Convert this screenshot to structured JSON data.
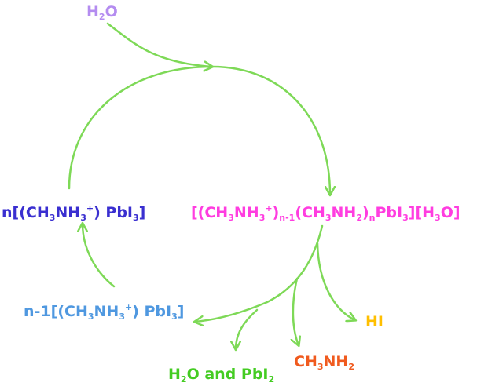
{
  "colors": {
    "arrow": "#7ed957",
    "water": "#b48cf0",
    "reactant": "#3a2fd0",
    "intermediate": "#ff3de0",
    "n_minus_one": "#4f98e0",
    "hi": "#ffbf00",
    "methylamine": "#f05a1e",
    "water_pbi2": "#44cc22"
  },
  "labels": {
    "water_top": {
      "h": "H",
      "n2": "2",
      "o": "O"
    },
    "reactant": {
      "a": "n[(CH",
      "n3": "3",
      "b": "NH",
      "n3b": "3",
      "plus": "+",
      "c": ") PbI",
      "n3c": "3",
      "d": "]"
    },
    "intermediate": {
      "a": "[(CH",
      "n3": "3",
      "b": "NH",
      "n3b": "3",
      "plus": "+",
      "c": ")",
      "nm1": "n-1",
      "d": "(CH",
      "n3d": "3",
      "e": "NH",
      "n2": "2",
      "f": ")",
      "n": "n",
      "g": "PbI",
      "n3g": "3",
      "h": "][H",
      "n3h": "3",
      "i": "O]"
    },
    "n_minus_one": {
      "a": "n-1[(CH",
      "n3": "3",
      "b": "NH",
      "n3b": "3",
      "plus": "+",
      "c": ") PbI",
      "n3c": "3",
      "d": "]"
    },
    "hi": "HI",
    "methylamine": {
      "a": "CH",
      "n3": "3",
      "b": "NH",
      "n2": "2"
    },
    "water_pbi2": {
      "a": "H",
      "n2": "2",
      "b": "O and PbI",
      "n2b": "2"
    }
  }
}
